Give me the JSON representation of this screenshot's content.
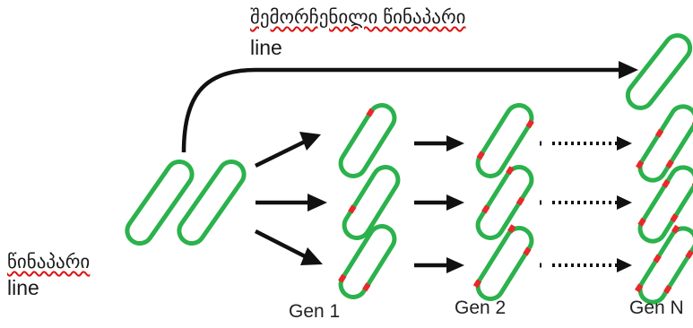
{
  "labels": {
    "top_geo": "შემორჩენილი წინაპარი",
    "top_line": "line",
    "left_geo": "წინაპარი",
    "left_line": "line"
  },
  "generations": [
    "Gen 1",
    "Gen 2",
    "Gen N"
  ],
  "colors": {
    "bacterium": "#2bb24c",
    "mutation": "#e8282a",
    "arrow": "#111111"
  }
}
